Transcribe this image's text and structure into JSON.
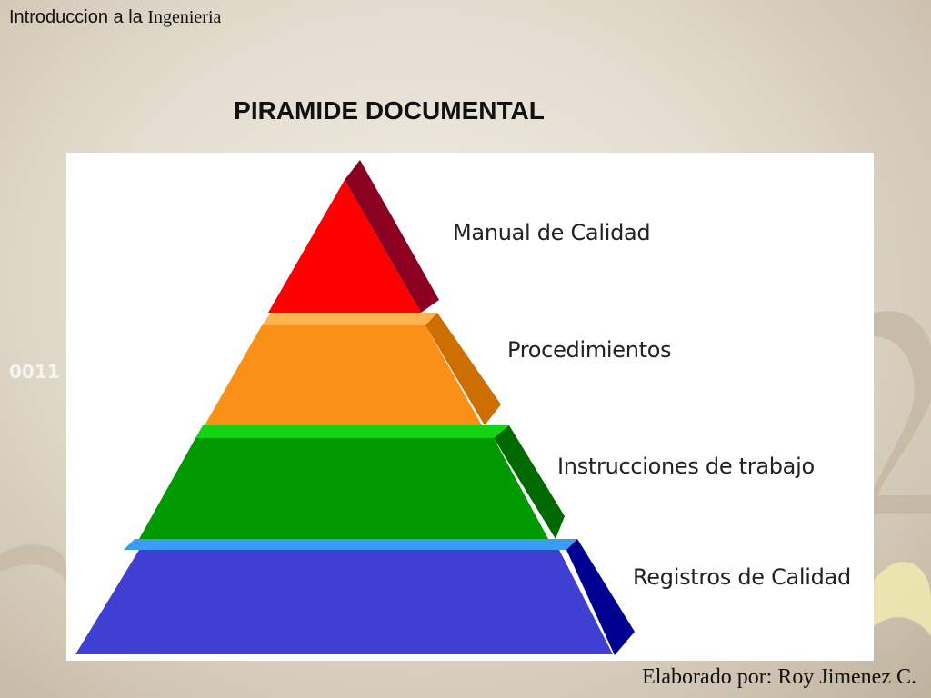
{
  "slide": {
    "header_part1": "Introduccion a la",
    "header_part2": "Ingenieria",
    "title": "PIRAMIDE DOCUMENTAL",
    "footer": "Elaborado por: Roy Jimenez C.",
    "background_text": "0011"
  },
  "pyramid": {
    "tiers": [
      {
        "label": "Manual de Calidad",
        "color_front": "#ff0000",
        "color_side": "#8b0020"
      },
      {
        "label": "Procedimientos",
        "color_front": "#fa9017",
        "color_side": "#cc6e00",
        "color_top": "#ffb450"
      },
      {
        "label": "Instrucciones de trabajo",
        "color_front": "#009a00",
        "color_side": "#006a00",
        "color_top": "#15d215"
      },
      {
        "label": "Registros de Calidad",
        "color_front": "#3f40d2",
        "color_side": "#000090",
        "color_top": "#3a9cf2"
      }
    ]
  },
  "colors": {
    "background": "#e4ddcf",
    "panel": "#ffffff"
  }
}
